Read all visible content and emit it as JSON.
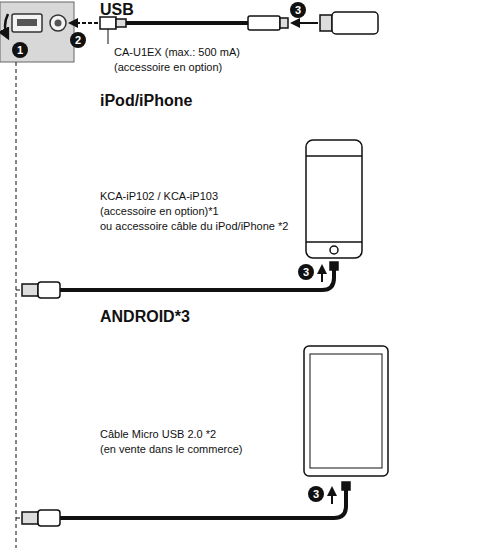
{
  "diagram": {
    "labels": [
      "1",
      "2",
      "USB",
      "CA-U1EX (max.: 500 mA)",
      "(accessoire en option)",
      "3",
      "iPod/iPhone",
      "KCA-iP102 / KCA-iP103",
      "(accessoire en option)*1",
      "ou accessoire câble du iPod/iPhone *2",
      "3",
      "ANDROID*3",
      "Câble Micro USB 2.0 *2",
      "(en vente dans le commerce)",
      "3"
    ]
  }
}
